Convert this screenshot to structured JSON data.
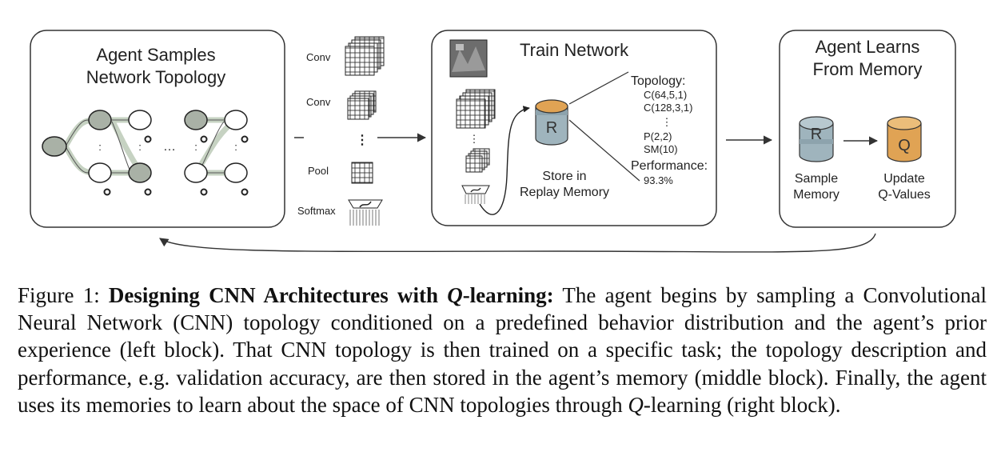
{
  "diagram": {
    "left_block": {
      "title_line1": "Agent Samples",
      "title_line2": "Network Topology",
      "ellipsis": "…"
    },
    "layers": {
      "conv1": "Conv",
      "conv2": "Conv",
      "dots": "⋮",
      "pool": "Pool",
      "softmax": "Softmax"
    },
    "middle_block": {
      "title": "Train Network",
      "drum_letter": "R",
      "store_line1": "Store in",
      "store_line2": "Replay Memory",
      "topology_label": "Topology:",
      "topology_items": [
        "C(64,5,1)",
        "C(128,3,1)",
        "⋮",
        "P(2,2)",
        "SM(10)"
      ],
      "performance_label": "Performance:",
      "performance_value": "93.3%"
    },
    "right_block": {
      "title_line1": "Agent Learns",
      "title_line2": "From Memory",
      "memory_letter": "R",
      "q_letter": "Q",
      "sample_line1": "Sample",
      "sample_line2": "Memory",
      "update_line1": "Update",
      "update_line2": "Q-Values"
    },
    "colors": {
      "node_filled": "#a9b1a6",
      "drum_teal": "#9fb4bd",
      "drum_orange": "#e0a354",
      "panel_stroke": "#333333"
    }
  },
  "caption": {
    "label": "Figure 1:",
    "title_part1": "Designing CNN Architectures with ",
    "title_q": "Q",
    "title_part2": "-learning:",
    "body_part1": " The agent begins by sampling a Convolutional Neural Network (CNN) topology conditioned on a predefined behavior distribution and the agent’s prior experience (left block). That CNN topology is then trained on a specific task; the topology description and performance, e.g. validation accuracy, are then stored in the agent’s memory (middle block). Finally, the agent uses its memories to learn about the space of CNN topologies through ",
    "body_q": "Q",
    "body_part2": "-learning (right block)."
  }
}
